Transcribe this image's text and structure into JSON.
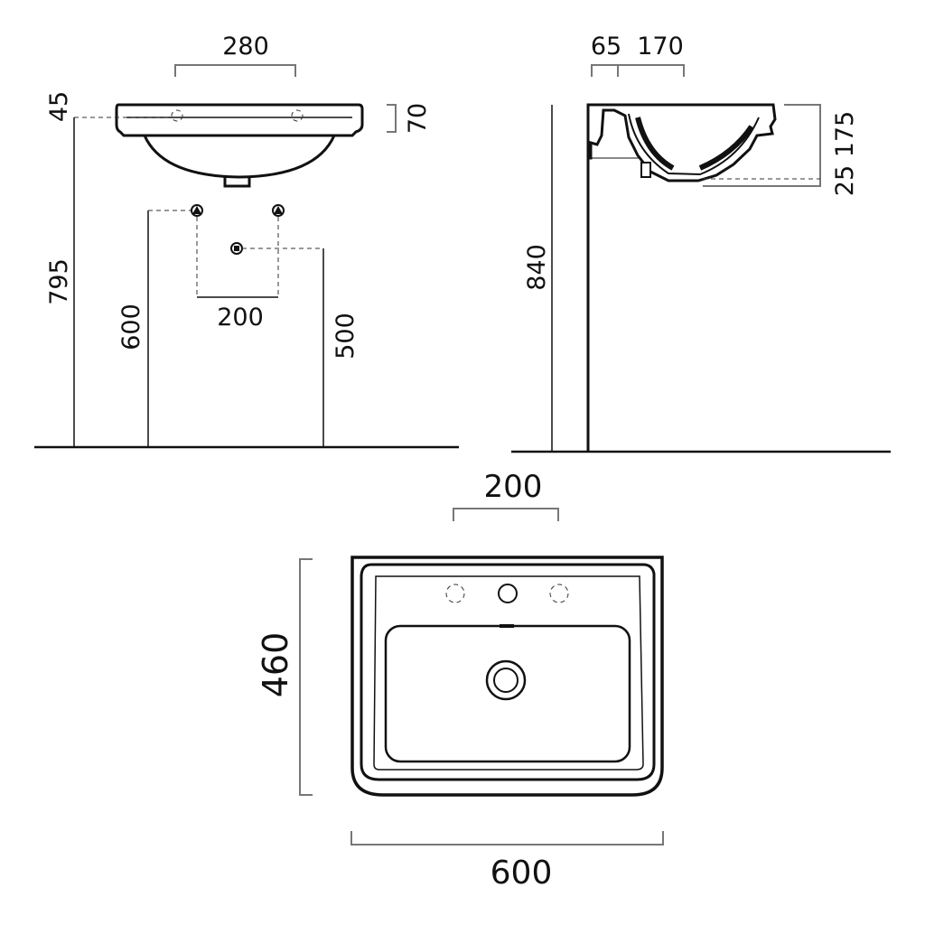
{
  "front_view": {
    "width_280": "280",
    "height_45": "45",
    "height_70": "70",
    "height_795": "795",
    "height_600": "600",
    "spacing_200": "200",
    "height_500": "500"
  },
  "side_view": {
    "depth_65": "65",
    "depth_170": "170",
    "height_25_175": "25 175",
    "height_840": "840"
  },
  "top_view": {
    "spacing_200": "200",
    "depth_460": "460",
    "width_600": "600"
  },
  "colors": {
    "line": "#111111",
    "dimension_line": "#777777",
    "background": "#ffffff"
  }
}
